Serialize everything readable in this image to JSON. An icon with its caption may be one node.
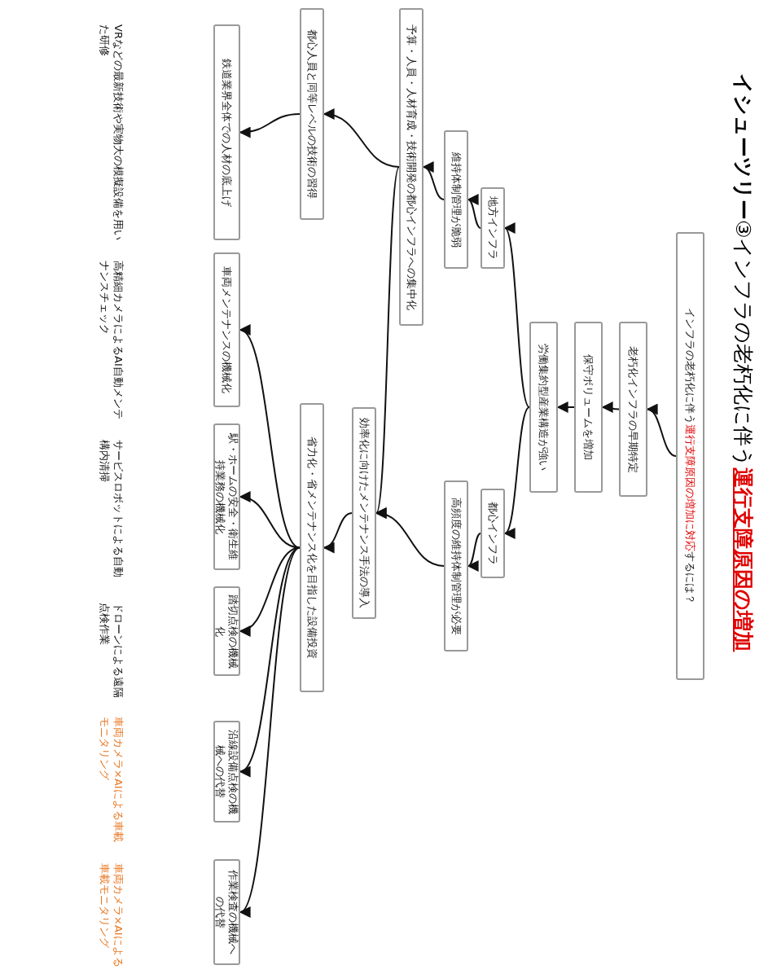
{
  "diagram": {
    "title": "**イシューツリー**③インフラの老朽化に伴う**運行支障原因の増加**",
    "nodes": [
      {
        "text": [
          "インフラの老朽化に伴う**運行支障原因の増加に対応**するには？"
        ]
      },
      {
        "text": [
          "老朽化インフラの早期特定"
        ]
      },
      {
        "text": [
          "保守ボリュームを増加"
        ]
      },
      {
        "text": [
          "労働集約型産業構造が強い"
        ]
      },
      {
        "text": [
          "地方インフラ"
        ]
      },
      {
        "text": [
          "維持体制管理が脆弱"
        ]
      },
      {
        "text": [
          "予算・人員・人材育成・技術開発の都心インフラへの集中化"
        ]
      },
      {
        "text": [
          "都心人員と同等レベルの技術の習得"
        ]
      },
      {
        "text": [
          "鉄道業界全体での人材の底上げ"
        ]
      },
      {
        "text": [
          "都心インフラ"
        ]
      },
      {
        "text": [
          "高頻度の維持体制管理が必要"
        ]
      },
      {
        "text": [
          "効率化に向けたメンテナンス手法の導入"
        ]
      },
      {
        "text": [
          "省力化・省メンテナンス化を目指した設備投資"
        ]
      },
      {
        "text": [
          "車両メンテナンスの機械化"
        ]
      },
      {
        "text": [
          "駅・ホームの安全・衛生維持業務の機械化"
        ]
      },
      {
        "text": [
          "踏切点検の機械化"
        ]
      },
      {
        "text": [
          "沿線設備点検の機械への代替"
        ]
      },
      {
        "text": [
          "作業検査の機械への代替"
        ]
      }
    ],
    "edges": [
      {
        "from": 0,
        "to": 1,
        "arrow": "to"
      },
      {
        "from": 1,
        "to": 2,
        "arrow": "to"
      },
      {
        "from": 2,
        "to": 3,
        "arrow": "to"
      },
      {
        "from": 3,
        "to": 4,
        "arrow": "to"
      },
      {
        "from": 3,
        "to": 9,
        "arrow": "to"
      },
      {
        "from": 4,
        "to": 5,
        "arrow": "to"
      },
      {
        "from": 5,
        "to": 6,
        "arrow": "to"
      },
      {
        "from": 6,
        "to": 7,
        "arrow": "to"
      },
      {
        "from": 7,
        "to": 8,
        "arrow": "to"
      },
      {
        "from": 6,
        "to": 11,
        "arrow": "to"
      },
      {
        "from": 9,
        "to": 10,
        "arrow": "to"
      },
      {
        "from": 10,
        "to": 11,
        "arrow": "to"
      },
      {
        "from": 11,
        "to": 12,
        "arrow": "to"
      },
      {
        "from": 12,
        "to": 13,
        "arrow": "to"
      },
      {
        "from": 12,
        "to": 14,
        "arrow": "to"
      },
      {
        "from": 12,
        "to": 15,
        "arrow": "to"
      },
      {
        "from": 12,
        "to": 16,
        "arrow": "to"
      },
      {
        "from": 12,
        "to": 17,
        "arrow": "to"
      }
    ],
    "labels": [
      "VRなどの最新技術や実物大の模擬設備を用いた研修",
      "高精細カメラによるAI自動メンテナンスチェック",
      "サービスロボットによる自動構内清掃",
      "ドローンによる遠隔点検作業",
      "車両カメラ×AIによる車載モニタリング",
      "車両カメラ×AIによる車載モニタリング"
    ]
  }
}
